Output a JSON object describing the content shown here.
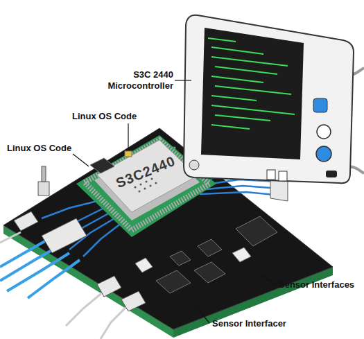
{
  "diagram": {
    "nodes": [
      {
        "text": [
          "S3C2440"
        ]
      }
    ],
    "labels": [
      "S3C 2440 Microcontroller",
      "Linux OS Code",
      "Linux OS Code",
      "Sensor Interfaces",
      "Sensor Interfacer"
    ]
  }
}
